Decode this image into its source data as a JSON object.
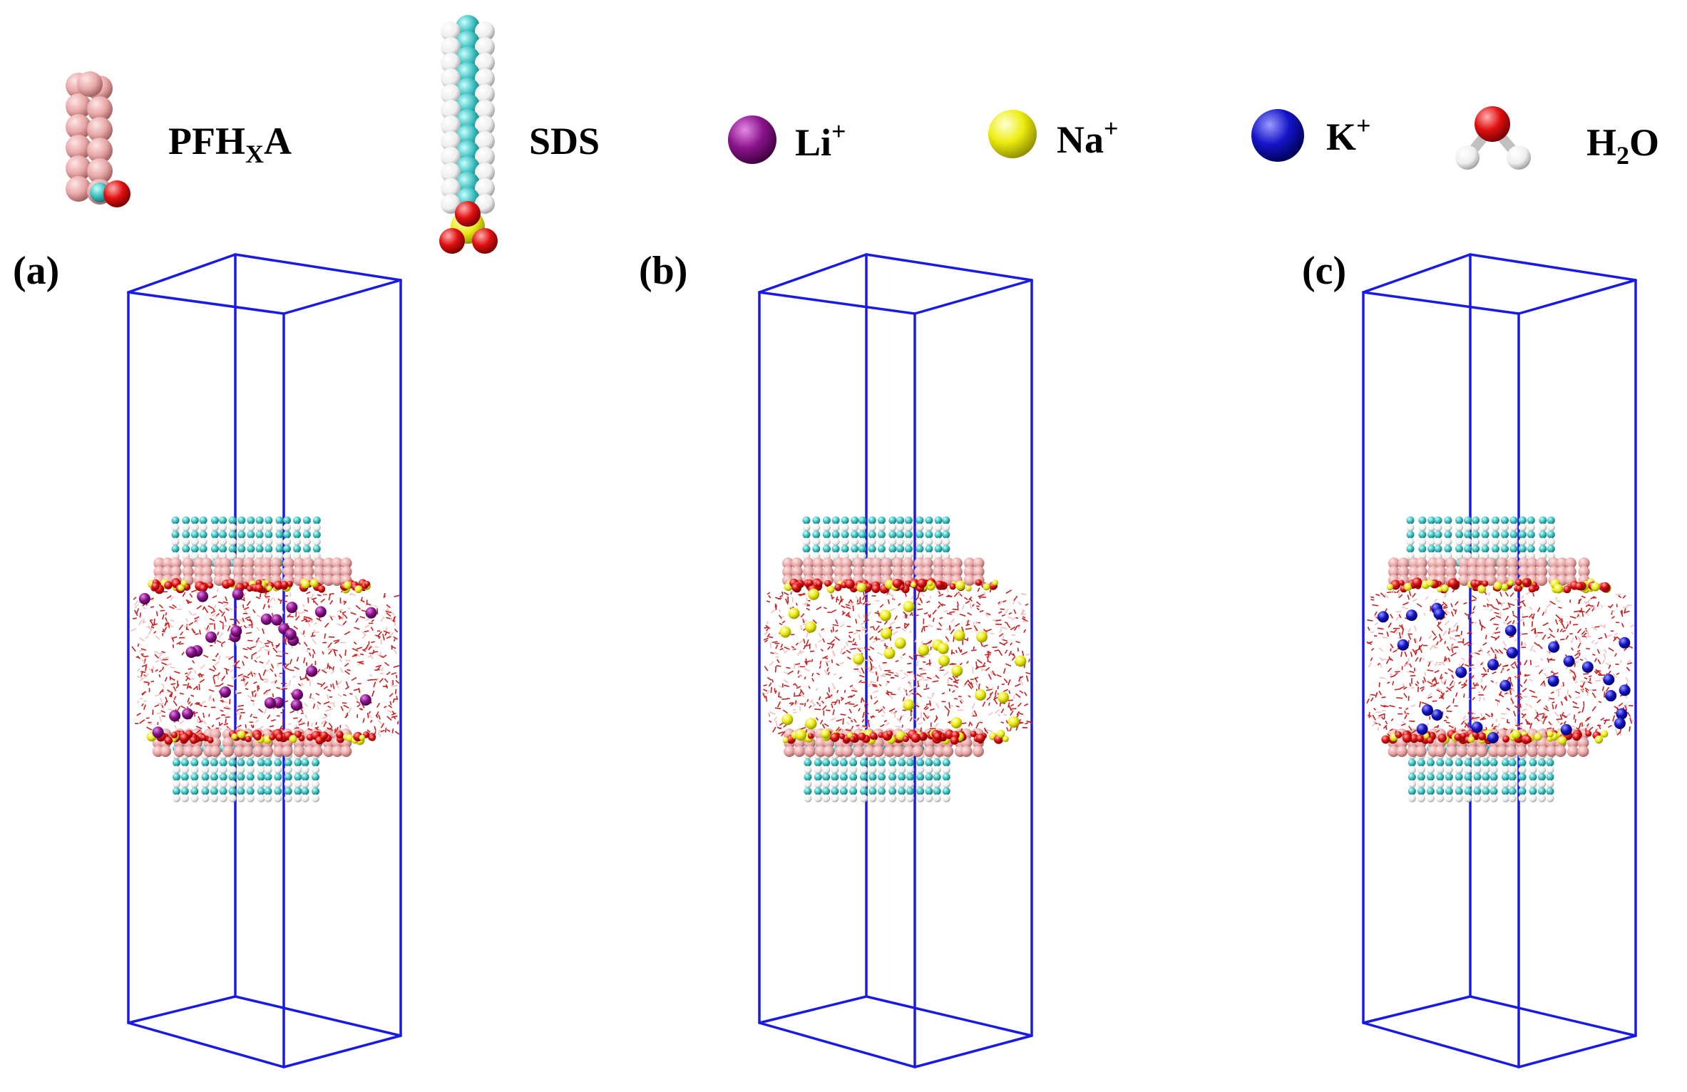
{
  "legend": {
    "pfhxa": {
      "main": "PFH",
      "sub": "X",
      "tail": "A"
    },
    "sds": {
      "label": "SDS"
    },
    "li": {
      "main": "Li",
      "sup": "+"
    },
    "na": {
      "main": "Na",
      "sup": "+"
    },
    "k": {
      "main": "K",
      "sup": "+"
    },
    "water": {
      "main": "H",
      "sub": "2",
      "tail": "O"
    }
  },
  "panels": [
    {
      "label": "(a)",
      "ion": "Li+",
      "ion_color": "#8b148c"
    },
    {
      "label": "(b)",
      "ion": "Na+",
      "ion_color": "#eded10"
    },
    {
      "label": "(c)",
      "ion": "K+",
      "ion_color": "#1414c8"
    }
  ],
  "colors": {
    "box": "#1a1ae6",
    "fluorine": "#e8a6a6",
    "carbon": "#39bcbc",
    "hydrogen": "#f2f2f2",
    "oxygen": "#e01010",
    "sulfur": "#eaea18",
    "water_line": "#c82020"
  },
  "icons": [
    "pfhxa-molecule-icon",
    "sds-molecule-icon",
    "li-ion-icon",
    "na-ion-icon",
    "k-ion-icon",
    "water-molecule-icon"
  ]
}
